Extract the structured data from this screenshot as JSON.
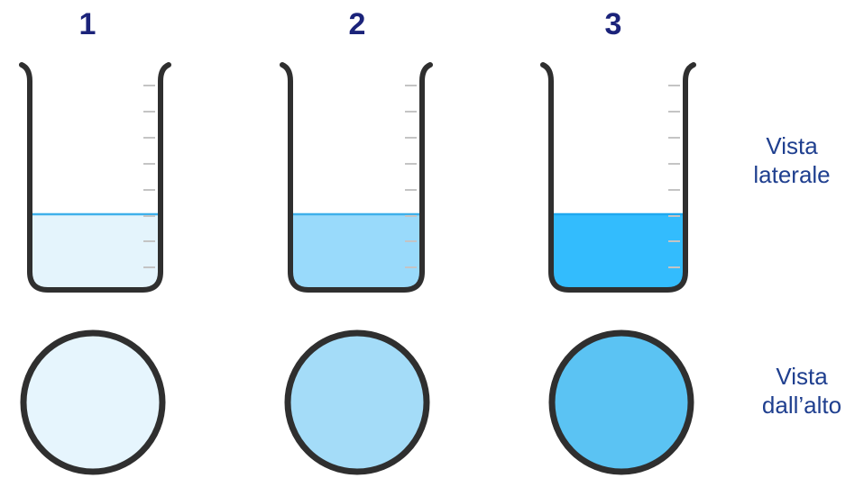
{
  "beakers": [
    {
      "number": "1",
      "liquid_color": "#e4f4fc",
      "surface_color": "#3fb0ea",
      "top_view_color": "#e6f5fd"
    },
    {
      "number": "2",
      "liquid_color": "#99dafb",
      "surface_color": "#3fb0ea",
      "top_view_color": "#a4dcf8"
    },
    {
      "number": "3",
      "liquid_color": "#33bcfd",
      "surface_color": "#1fa8ef",
      "top_view_color": "#5bc3f3"
    }
  ],
  "labels": {
    "side_view_line1": "Vista",
    "side_view_line2": "laterale",
    "top_view_line1": "Vista",
    "top_view_line2": "dall’alto"
  },
  "colors": {
    "outline": "#2f2f2f",
    "tick": "#c4c4c4",
    "number_text": "#1b237a",
    "label_text": "#1f3f8f"
  }
}
